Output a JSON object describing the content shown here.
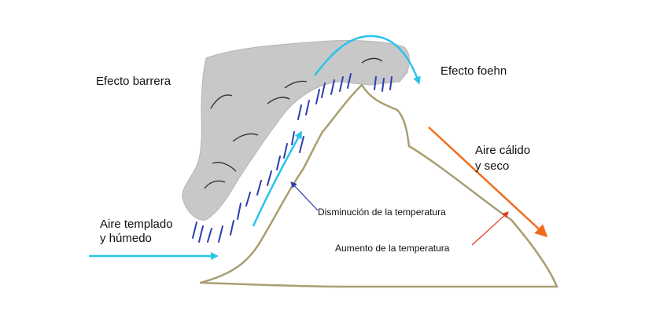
{
  "labels": {
    "barrier_effect": "Efecto barrera",
    "foehn_effect": "Efecto foehn",
    "humid_air_line1": "Aire templado",
    "humid_air_line2": "y húmedo",
    "warm_dry_line1": "Aire cálido",
    "warm_dry_line2": "y seco",
    "temp_decrease": "Disminución de la temperatura",
    "temp_increase": "Aumento de la temperatura"
  },
  "colors": {
    "cloud": "#c8c8c8",
    "cloud_stroke": "#aaaaaa",
    "mountain": "#a89f72",
    "cool_air": "#29c4ea",
    "rain": "#2d3eb0",
    "warm_air": "#f26a1b",
    "pointer_blue": "#2d3eb0",
    "pointer_red": "#e53a1b"
  },
  "icons": {
    "cloud": "cloud-shape",
    "rain": "rain-streaks",
    "mountain": "mountain-outline"
  }
}
